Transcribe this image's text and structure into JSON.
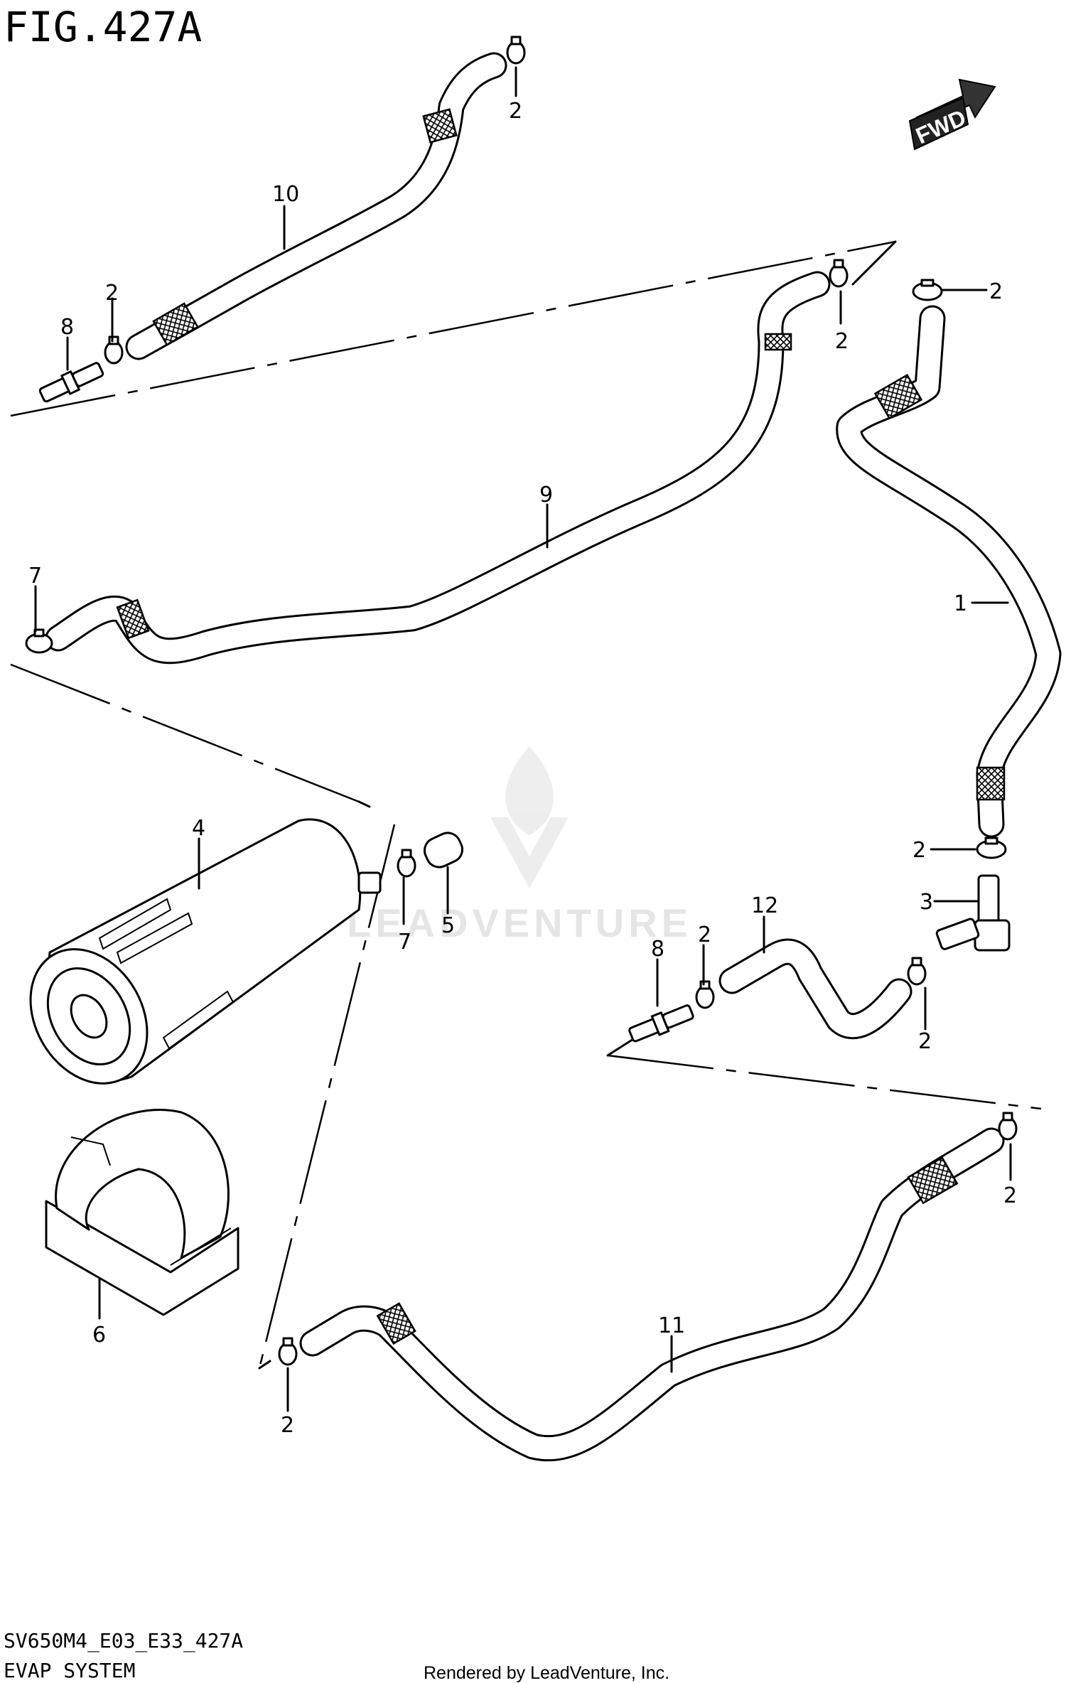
{
  "figure": {
    "title": "FIG.427A",
    "code": "SV650M4_E03_E33_427A",
    "name": "EVAP SYSTEM",
    "rendered_by": "Rendered by LeadVenture, Inc."
  },
  "watermark": "LEADVENTURE",
  "direction_arrow": "FWD",
  "callouts": [
    {
      "id": "c-2a",
      "label": "2"
    },
    {
      "id": "c-10",
      "label": "10"
    },
    {
      "id": "c-2b",
      "label": "2"
    },
    {
      "id": "c-8a",
      "label": "8"
    },
    {
      "id": "c-2c",
      "label": "2"
    },
    {
      "id": "c-2d",
      "label": "2"
    },
    {
      "id": "c-9",
      "label": "9"
    },
    {
      "id": "c-7a",
      "label": "7"
    },
    {
      "id": "c-1",
      "label": "1"
    },
    {
      "id": "c-4",
      "label": "4"
    },
    {
      "id": "c-7b",
      "label": "7"
    },
    {
      "id": "c-5",
      "label": "5"
    },
    {
      "id": "c-2e",
      "label": "2"
    },
    {
      "id": "c-3",
      "label": "3"
    },
    {
      "id": "c-12",
      "label": "12"
    },
    {
      "id": "c-8b",
      "label": "8"
    },
    {
      "id": "c-2f",
      "label": "2"
    },
    {
      "id": "c-2g",
      "label": "2"
    },
    {
      "id": "c-2h",
      "label": "2"
    },
    {
      "id": "c-6",
      "label": "6"
    },
    {
      "id": "c-11",
      "label": "11"
    },
    {
      "id": "c-2i",
      "label": "2"
    }
  ]
}
